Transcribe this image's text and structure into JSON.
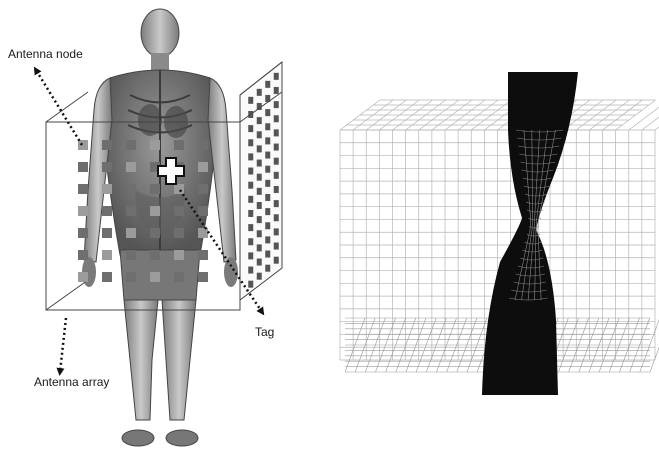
{
  "left_panel": {
    "labels": {
      "antenna_node": "Antenna node",
      "antenna_array": "Antenna array",
      "tag": "Tag"
    }
  },
  "right_panel": {}
}
